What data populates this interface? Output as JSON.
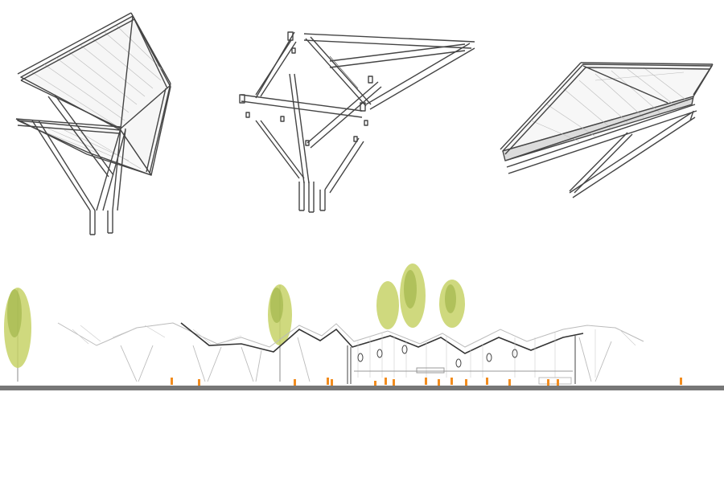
{
  "drawing": {
    "subject": "architectural-canopy-drawings",
    "views": [
      {
        "id": "tree-canopy-axonometric-1",
        "kind": "axonometric"
      },
      {
        "id": "tree-canopy-exploded-axonometric",
        "kind": "exploded-axonometric"
      },
      {
        "id": "tree-canopy-axonometric-2",
        "kind": "axonometric"
      },
      {
        "id": "canopy-elevation",
        "kind": "elevation"
      }
    ],
    "colors": {
      "line": "#444444",
      "light_line": "#bbbbbb",
      "fill_panel": "#e6e6e6",
      "ground": "#777777",
      "foliage": "#c7d267",
      "foliage_dark": "#9bb045",
      "figures": "#f28c1e"
    }
  }
}
